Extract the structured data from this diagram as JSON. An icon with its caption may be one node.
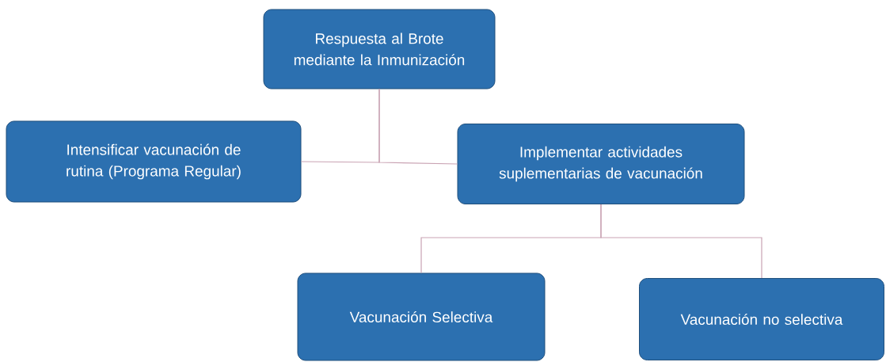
{
  "diagram": {
    "nodes": [
      {
        "text": [
          "Respuesta al Brote mediante la Inmunización"
        ]
      },
      {
        "text": [
          "Intensificar  vacunación de rutina (Programa Regular)"
        ]
      },
      {
        "text": [
          "Implementar actividades suplementarias de vacunación"
        ]
      },
      {
        "text": [
          "Vacunación Selectiva"
        ]
      },
      {
        "text": [
          "Vacunación no selectiva"
        ]
      }
    ],
    "edges": [
      {
        "from": 0,
        "to": 1,
        "arrow": "none"
      },
      {
        "from": 0,
        "to": 2,
        "arrow": "none"
      },
      {
        "from": 2,
        "to": 3,
        "arrow": "none"
      },
      {
        "from": 2,
        "to": 4,
        "arrow": "none"
      }
    ]
  }
}
